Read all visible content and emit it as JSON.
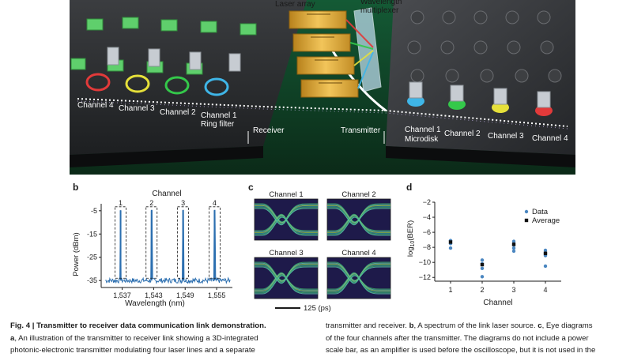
{
  "panel_a": {
    "labels": {
      "laser_array": "Laser array",
      "wavelength_multiplexer_1": "Wavelength",
      "wavelength_multiplexer_2": "multiplexer",
      "receiver": "Receiver",
      "transmitter": "Transmitter",
      "ring_filter": "Ring filter",
      "microdisk": "Microdisk",
      "rx_channels": [
        "Channel 4",
        "Channel 3",
        "Channel 2",
        "Channel 1"
      ],
      "tx_channels": [
        "Channel 1",
        "Channel 2",
        "Channel 3",
        "Channel 4"
      ]
    },
    "colors": {
      "ch1": "#3fb6e8",
      "ch2": "#34c84a",
      "ch3": "#e6e03a",
      "ch4": "#e23a3a"
    }
  },
  "panel_b": {
    "letter": "b"
  },
  "panel_c": {
    "letter": "c",
    "eye_titles": [
      "Channel 1",
      "Channel 2",
      "Channel 3",
      "Channel 4"
    ],
    "scale_label": "125 (ps)"
  },
  "panel_d": {
    "letter": "d"
  },
  "chart_data": [
    {
      "type": "line",
      "title": "Channel",
      "xlabel": "Wavelength (nm)",
      "ylabel": "Power (dBm)",
      "xlim": [
        1533,
        1558
      ],
      "ylim": [
        -38,
        -2
      ],
      "xticks": [
        "1,537",
        "1,543",
        "1,549",
        "1,555"
      ],
      "yticks": [
        "-5",
        "-15",
        "-25",
        "-35"
      ],
      "peak_labels": [
        "1",
        "2",
        "3",
        "4"
      ],
      "peaks": [
        {
          "x": 1536.7,
          "y": -4.8
        },
        {
          "x": 1542.6,
          "y": -4.8
        },
        {
          "x": 1548.6,
          "y": -4.8
        },
        {
          "x": 1554.6,
          "y": -4.8
        }
      ],
      "noise_floor": -35
    },
    {
      "type": "scatter",
      "xlabel": "Channel",
      "ylabel": "log10(BER)",
      "xlim": [
        0.5,
        4.5
      ],
      "ylim": [
        -12.5,
        -2
      ],
      "xticks": [
        "1",
        "2",
        "3",
        "4"
      ],
      "yticks": [
        "-2",
        "-4",
        "-6",
        "-8",
        "-10",
        "-12"
      ],
      "series": [
        {
          "name": "Data",
          "x": [
            1,
            1,
            1,
            2,
            2,
            2,
            2,
            3,
            3,
            3,
            3,
            4,
            4,
            4,
            4
          ],
          "y": [
            -7.1,
            -7.5,
            -8.1,
            -9.7,
            -10.2,
            -10.8,
            -11.9,
            -7.2,
            -7.7,
            -8.1,
            -8.5,
            -8.4,
            -8.8,
            -9.1,
            -10.5
          ]
        },
        {
          "name": "Average",
          "x": [
            1,
            2,
            3,
            4
          ],
          "y": [
            -7.3,
            -10.3,
            -7.6,
            -8.8
          ]
        }
      ],
      "legend": "top-right"
    }
  ],
  "caption": {
    "fig_label": "Fig. 4 | Transmitter to receiver data communication link demonstration.",
    "line2_a_bold": "a",
    "line2_rest": ", An illustration of the transmitter to receiver link showing a 3D-integrated",
    "line3": "photonic-electronic transmitter modulating four laser lines and a separate",
    "r_line1_start": "transmitter and receiver. ",
    "r_line1_b": "b",
    "r_line1_mid": ", A spectrum of the link laser source. ",
    "r_line1_c": "c",
    "r_line1_end": ", Eye diagrams",
    "r_line2": "of the four channels after the transmitter. The diagrams do not include a power",
    "r_line3": "scale bar, as an amplifier is used before the oscilloscope, but it is not used in the"
  }
}
